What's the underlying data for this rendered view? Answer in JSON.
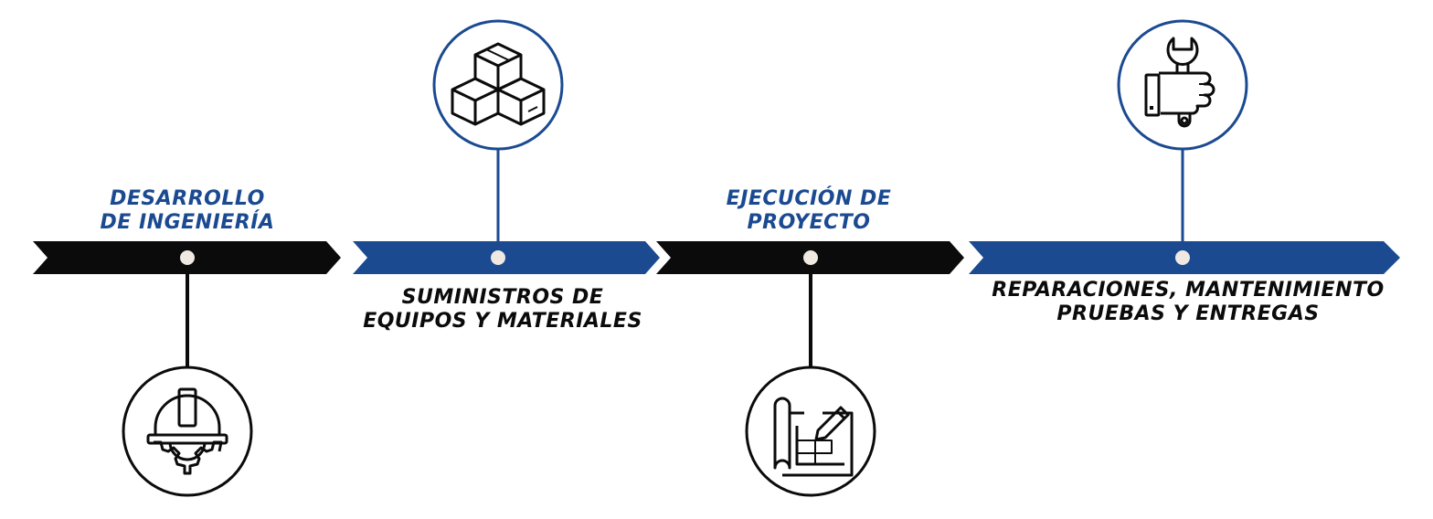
{
  "colors": {
    "blue": "#1b4a91",
    "black": "#0b0b0b",
    "dot": "#efe9e2",
    "white": "#ffffff"
  },
  "stages": [
    {
      "lines": [
        "DESARROLLO",
        "DE INGENIERÍA"
      ],
      "label_color": "blue",
      "arrow_color": "black",
      "icon": "hardhat-gear-icon",
      "icon_side": "below"
    },
    {
      "lines": [
        "SUMINISTROS DE",
        "EQUIPOS Y MATERIALES"
      ],
      "label_color": "black",
      "arrow_color": "blue",
      "icon": "stacked-boxes-icon",
      "icon_side": "above"
    },
    {
      "lines": [
        "EJECUCIÓN DE",
        "PROYECTO"
      ],
      "label_color": "blue",
      "arrow_color": "black",
      "icon": "blueprint-pencil-icon",
      "icon_side": "below"
    },
    {
      "lines": [
        "REPARACIONES, MANTENIMIENTO",
        "PRUEBAS Y ENTREGAS"
      ],
      "label_color": "black",
      "arrow_color": "blue",
      "icon": "hand-wrench-icon",
      "icon_side": "above"
    }
  ]
}
